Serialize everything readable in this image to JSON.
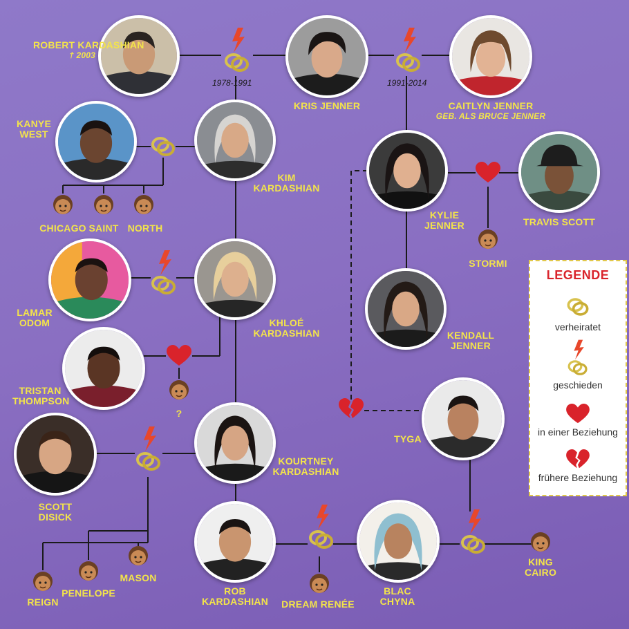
{
  "people": {
    "robert": {
      "name": "ROBERT KARDASHIAN",
      "note": "† 2003"
    },
    "kris": {
      "name": "KRIS JENNER"
    },
    "caitlyn": {
      "name": "CAITLYN JENNER",
      "note": "GEB. ALS BRUCE JENNER"
    },
    "kanye": {
      "name": "KANYE WEST"
    },
    "kim": {
      "name": "KIM KARDASHIAN"
    },
    "kylie": {
      "name": "KYLIE JENNER"
    },
    "travis": {
      "name": "TRAVIS SCOTT"
    },
    "lamar": {
      "name": "LAMAR ODOM"
    },
    "khloe": {
      "name": "KHLOÉ KARDASHIAN"
    },
    "kendall": {
      "name": "KENDALL JENNER"
    },
    "tristan": {
      "name": "TRISTAN THOMPSON"
    },
    "tyga": {
      "name": "TYGA"
    },
    "scott": {
      "name": "SCOTT DISICK"
    },
    "kourtney": {
      "name": "KOURTNEY KARDASHIAN"
    },
    "rob": {
      "name": "ROB KARDASHIAN"
    },
    "blac": {
      "name": "BLAC CHYNA"
    }
  },
  "children": {
    "chicago": "CHICAGO",
    "saint": "SAINT",
    "north": "NORTH",
    "stormi": "STORMI",
    "tristan_child": "?",
    "reign": "REIGN",
    "penelope": "PENELOPE",
    "mason": "MASON",
    "dream": "DREAM RENÉE",
    "king": "KING CAIRO"
  },
  "dates": {
    "robert_kris": "1978-1991",
    "kris_caitlyn": "1991-2014"
  },
  "legend": {
    "title": "LEGENDE",
    "married": "verheiratet",
    "divorced": "geschieden",
    "relationship": "in einer Beziehung",
    "former": "frühere Beziehung"
  },
  "colors": {
    "label": "#f3e44a",
    "background": "#8a6fc2",
    "legend_title": "#d9232b",
    "heart": "#d9232b",
    "ring": "#d8c24e",
    "bolt": "#e8472b"
  }
}
